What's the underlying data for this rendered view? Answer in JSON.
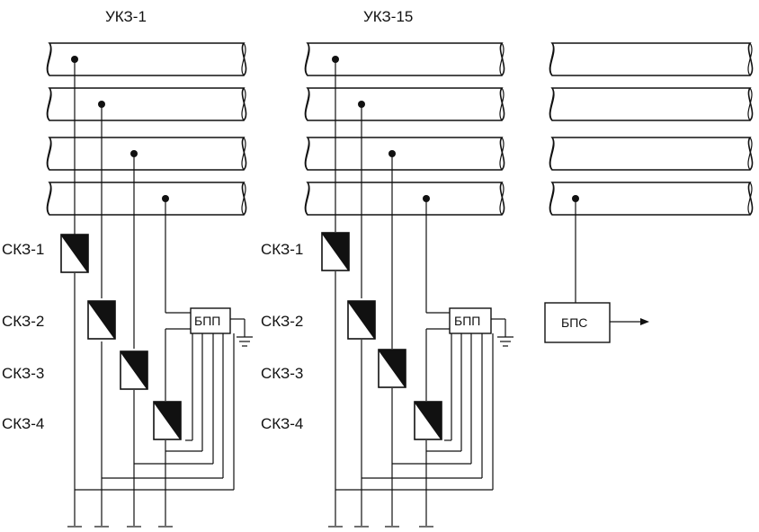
{
  "stations": {
    "left": {
      "title": "УКЗ-1"
    },
    "middle": {
      "title": "УКЗ-15"
    }
  },
  "skz_labels": [
    "СКЗ-1",
    "СКЗ-2",
    "СКЗ-3",
    "СКЗ-4"
  ],
  "bpp_label": "БПП",
  "bps_label": "БПС",
  "colors": {
    "stroke": "#111111",
    "background": "#ffffff"
  }
}
